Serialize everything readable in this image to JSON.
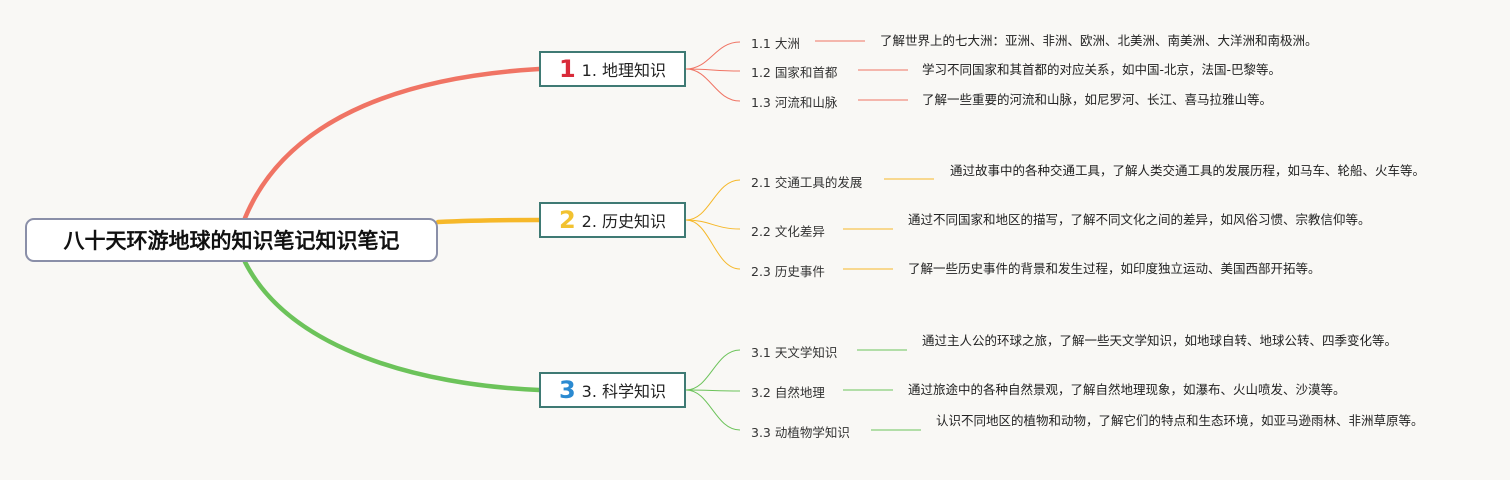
{
  "root": {
    "title": "八十天环游地球的知识笔记知识笔记"
  },
  "colors": {
    "branch1": "#f07464",
    "branch2": "#f6b829",
    "branch3": "#6cc35a",
    "badge1": "#d92b3a",
    "badge2": "#f2c230",
    "badge3": "#2b8ad1"
  },
  "branches": [
    {
      "number": "1",
      "label": "1. 地理知识",
      "items": [
        {
          "label": "1.1 大洲",
          "text": "了解世界上的七大洲：亚洲、非洲、欧洲、北美洲、南美洲、大洋洲和南极洲。"
        },
        {
          "label": "1.2 国家和首都",
          "text": "学习不同国家和其首都的对应关系，如中国-北京，法国-巴黎等。"
        },
        {
          "label": "1.3 河流和山脉",
          "text": "了解一些重要的河流和山脉，如尼罗河、长江、喜马拉雅山等。"
        }
      ]
    },
    {
      "number": "2",
      "label": "2. 历史知识",
      "items": [
        {
          "label": "2.1 交通工具的发展",
          "text": "通过故事中的各种交通工具，了解人类交通工具的发展历程，如马车、轮船、火车等。"
        },
        {
          "label": "2.2 文化差异",
          "text": "通过不同国家和地区的描写，了解不同文化之间的差异，如风俗习惯、宗教信仰等。"
        },
        {
          "label": "2.3 历史事件",
          "text": "了解一些历史事件的背景和发生过程，如印度独立运动、美国西部开拓等。"
        }
      ]
    },
    {
      "number": "3",
      "label": "3. 科学知识",
      "items": [
        {
          "label": "3.1 天文学知识",
          "text": "通过主人公的环球之旅，了解一些天文学知识，如地球自转、地球公转、四季变化等。"
        },
        {
          "label": "3.2 自然地理",
          "text": "通过旅途中的各种自然景观，了解自然地理现象，如瀑布、火山喷发、沙漠等。"
        },
        {
          "label": "3.3 动植物学知识",
          "text": "认识不同地区的植物和动物，了解它们的特点和生态环境，如亚马逊雨林、非洲草原等。"
        }
      ]
    }
  ]
}
